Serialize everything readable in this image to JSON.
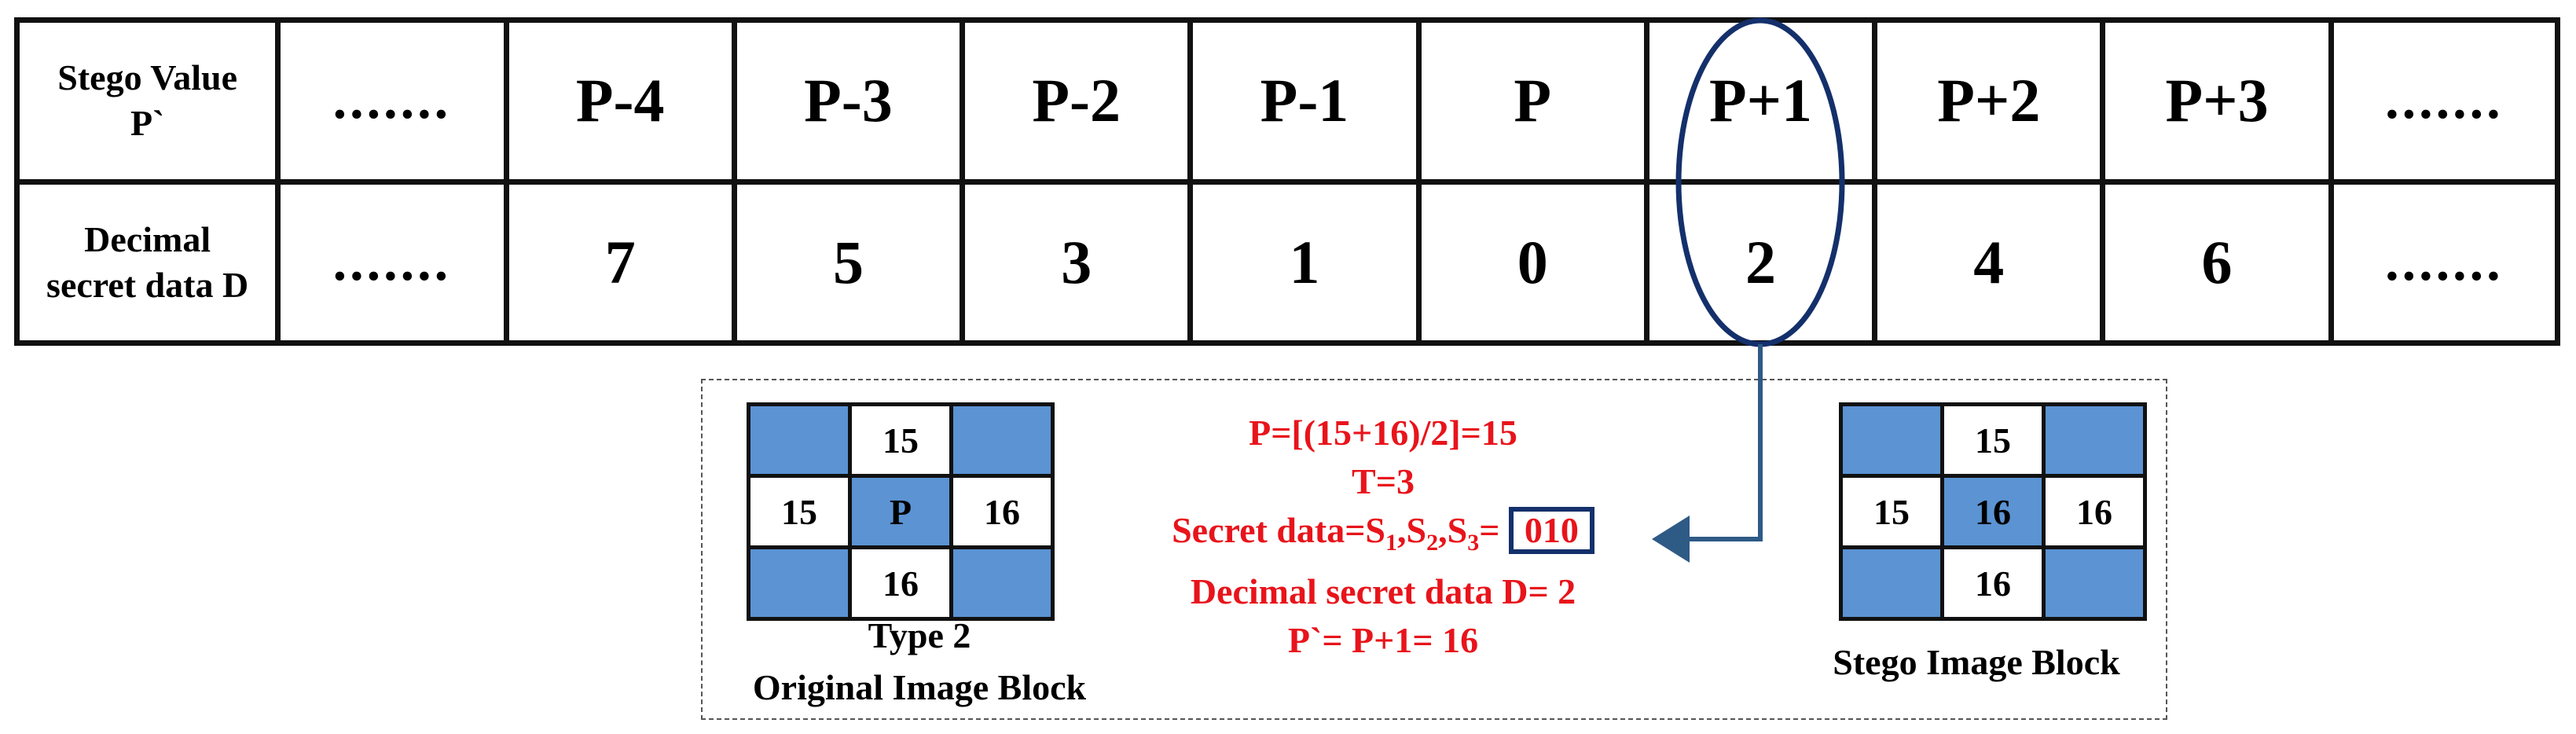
{
  "table": {
    "row_labels": [
      {
        "line1": "Stego Value",
        "line2": "P`"
      },
      {
        "line1": "Decimal",
        "line2": "secret data D"
      }
    ],
    "stego_values": ".......|P-4|P-3|P-2|P-1|P|P+1|P+2|P+3|.......",
    "cols": [
      {
        "stego": ".......",
        "decimal": "......."
      },
      {
        "stego": "P-4",
        "decimal": "7"
      },
      {
        "stego": "P-3",
        "decimal": "5"
      },
      {
        "stego": "P-2",
        "decimal": "3"
      },
      {
        "stego": "P-1",
        "decimal": "1"
      },
      {
        "stego": "P",
        "decimal": "0"
      },
      {
        "stego": "P+1",
        "decimal": "2"
      },
      {
        "stego": "P+2",
        "decimal": "4"
      },
      {
        "stego": "P+3",
        "decimal": "6"
      },
      {
        "stego": ".......",
        "decimal": "......."
      }
    ],
    "highlighted_column": "P+1"
  },
  "original_block": {
    "cells": [
      "",
      "15",
      "",
      "15",
      "P",
      "16",
      "",
      "16",
      ""
    ],
    "caption_line1": "Type 2",
    "caption_line2": "Original Image Block"
  },
  "stego_block": {
    "cells": [
      "",
      "15",
      "",
      "15",
      "16",
      "16",
      "",
      "16",
      ""
    ],
    "caption": "Stego Image Block"
  },
  "calculation": {
    "line_p": "P=[(15+16)/2]=15",
    "line_t": "T=3",
    "secret_prefix": "Secret data=S",
    "s1": "1",
    "s2": "2",
    "s3": "3",
    "secret_value": "010",
    "line_d": "Decimal secret data D= 2",
    "line_pprime": "P`= P+1= 16"
  },
  "colors": {
    "pixel_blue": "#5b93d3",
    "highlight_navy": "#14306b",
    "arrow": "#2e5a86",
    "calc_red": "#e8141b"
  }
}
